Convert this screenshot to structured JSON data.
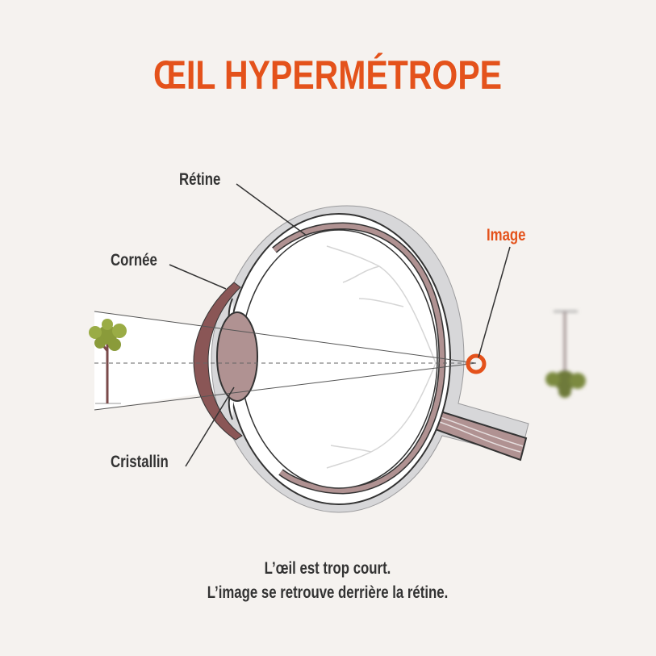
{
  "title": "ŒIL HYPERMÉTROPE",
  "labels": {
    "retine": "Rétine",
    "cornee": "Cornée",
    "cristallin": "Cristallin",
    "image": "Image"
  },
  "caption": {
    "line1": "L’œil est trop court.",
    "line2": "L’image se retrouve derrière la rétine."
  },
  "colors": {
    "accent": "#e4521b",
    "text": "#333333",
    "background": "#f5f2ef",
    "sclera": "#d7d7d9",
    "tissue": "#b09292",
    "cornea": "#8a5656"
  }
}
